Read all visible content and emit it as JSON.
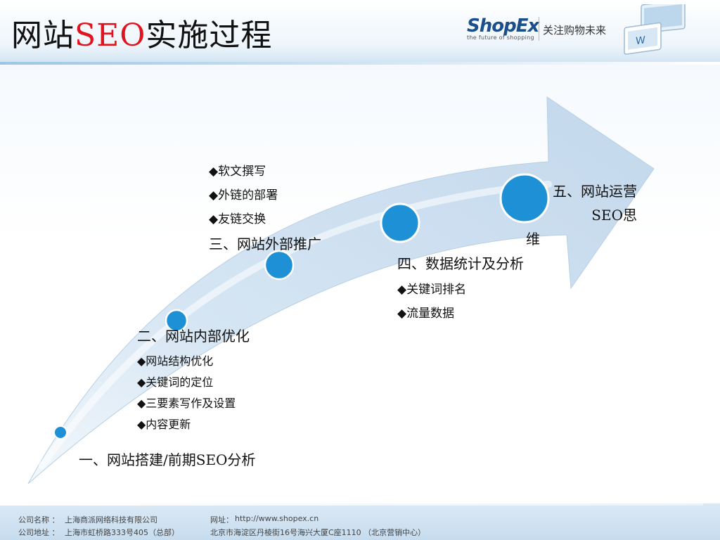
{
  "header": {
    "title_prefix": "网站",
    "title_highlight": "SEO",
    "title_suffix": "实施过程",
    "logo_main": "ShopEx",
    "logo_sub": "the future of shopping",
    "slogan": "关注购物未来",
    "colors": {
      "title_highlight": "#e0141e",
      "logo_blue": "#1a4f8a",
      "logo_orange": "#e8590c"
    }
  },
  "diagram": {
    "arrow_color": "#c9dcef",
    "node_color": "#1e90d6",
    "steps": [
      {
        "label": "一、网站搭建/前期SEO分析",
        "bullets": []
      },
      {
        "label": "二、网站内部优化",
        "bullets": [
          "◆网站结构优化",
          "◆关键词的定位",
          "◆三要素写作及设置",
          "◆内容更新"
        ]
      },
      {
        "label": "三、网站外部推广",
        "bullets": [
          "◆软文撰写",
          "◆外链的部署",
          "◆友链交换"
        ]
      },
      {
        "label": "四、数据统计及分析",
        "bullets": [
          "◆关键词排名",
          "◆流量数据"
        ]
      },
      {
        "label_lines": [
          "五、网站运营",
          "SEO思",
          "维"
        ],
        "bullets": []
      }
    ]
  },
  "footer": {
    "company_name_label": "公司名称 ：",
    "company_name": "上海商派网络科技有限公司",
    "company_addr_label": "公司地址 ：",
    "company_addr": "上海市虹桥路333号405（总部）",
    "website_label": "网址：",
    "website": "http://www.shopex.cn",
    "beijing_addr": "北京市海淀区丹棱街16号海兴大厦C座1110 （北京营销中心）"
  }
}
